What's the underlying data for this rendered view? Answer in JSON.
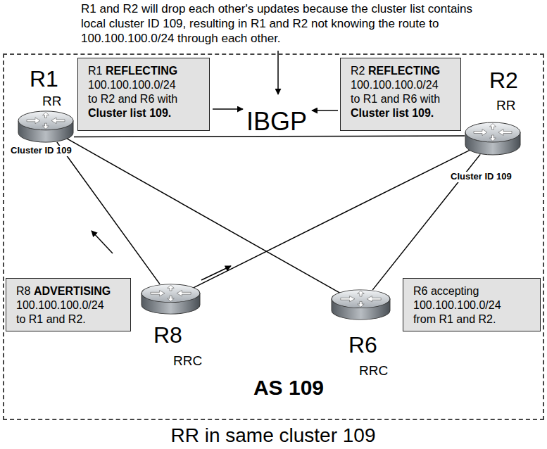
{
  "diagram": {
    "caption": "RR in same cluster 109",
    "nodes": [
      {
        "text": [
          "AS 109"
        ]
      },
      {
        "text": [
          "R1",
          "RR",
          "Cluster ID 109"
        ],
        "in": 0
      },
      {
        "text": [
          "R1",
          "REFLECTING",
          "100.100.100.0/24",
          "to R2 and R6 with",
          "Cluster list 109."
        ],
        "in": 0
      },
      {
        "text": [
          "R2",
          "REFLECTING",
          "100.100.100.0/24",
          "to R1 and R6 with",
          "Cluster list 109."
        ],
        "in": 0
      },
      {
        "text": [
          "R2",
          "RR",
          "Cluster ID 109"
        ],
        "in": 0
      },
      {
        "text": [
          "R8",
          "ADVERTISING",
          "100.100.100.0/24",
          "to R1 and R2."
        ],
        "in": 0
      },
      {
        "text": [
          "R8",
          "RRC"
        ],
        "in": 0
      },
      {
        "text": [
          "R6",
          "RRC"
        ],
        "in": 0
      },
      {
        "text": [
          "R6 accepting",
          "100.100.100.0/24",
          "from R1 and R2."
        ],
        "in": 0
      }
    ],
    "edges": [
      {
        "from": 1,
        "to": 4,
        "arrow": "none",
        "label": "IBGP"
      },
      {
        "from": 6,
        "to": 1,
        "arrow": "none"
      },
      {
        "from": 6,
        "to": 4,
        "arrow": "none"
      },
      {
        "from": 1,
        "to": 7,
        "arrow": "none"
      },
      {
        "from": 4,
        "to": 7,
        "arrow": "none"
      }
    ],
    "labels": [
      "R1 and R2 will drop each other's updates because the cluster list contains local cluster ID 109, resulting in R1 and R2 not knowing the route to 100.100.100.0/24 through each other."
    ]
  }
}
